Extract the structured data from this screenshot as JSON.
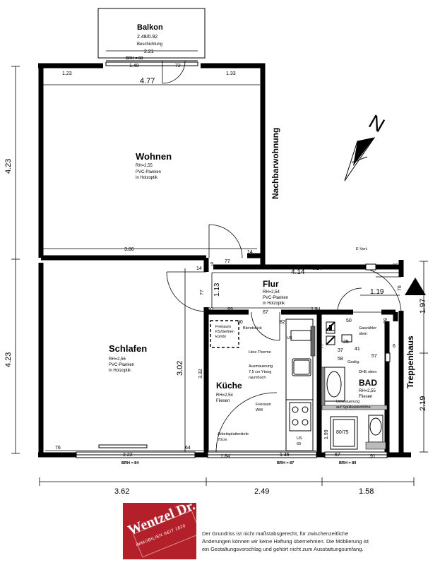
{
  "rooms": {
    "balkon": {
      "name": "Balkon",
      "size": "2.48/0.92",
      "note": "Beschichtung"
    },
    "wohnen": {
      "name": "Wohnen",
      "rh": "RH=2,55",
      "floor1": "PVC-Planken",
      "floor2": "in Holzoptik"
    },
    "schlafen": {
      "name": "Schlafen",
      "rh": "RH=2,56",
      "floor1": "PVC-Planken",
      "floor2": "in Holzoptik"
    },
    "flur": {
      "name": "Flur",
      "rh": "RH=2,54",
      "floor1": "PVC-Planken",
      "floor2": "in Holzoptik"
    },
    "kueche": {
      "name": "Küche",
      "rh": "RH=2,54",
      "floor1": "Fliesen"
    },
    "bad": {
      "name": "BAD",
      "rh": "RH=2,55",
      "floor1": "Fliesen"
    },
    "nachbar": {
      "name": "Nachbarwohnung"
    },
    "treppe": {
      "name": "Treppenhaus"
    }
  },
  "notes": {
    "freiraum_kg": [
      "Freiraum",
      "KS/Gefrier-",
      "kombi"
    ],
    "blendstueck": "Blendstück",
    "heiz_therme": "Heiz-Therme",
    "us": "US",
    "ausmauerung": [
      "Ausmauerung",
      "7,5 cm Ytong",
      "raumhoch"
    ],
    "freiraum_wm": [
      "Freiraum",
      "WM"
    ],
    "arbeitsplatte": [
      "Arbeitsplattentiefe",
      "70cm"
    ],
    "us_60": [
      "US",
      "60"
    ],
    "gasz": [
      "Gaszähler",
      "oben"
    ],
    "dhe": "DHE oben",
    "gasltg": "Gasltg.",
    "ummauerung": [
      "Ummauerung",
      "auf Spülkastenhöhe"
    ],
    "e_vert": "E-Vert."
  },
  "dims": {
    "d_2_21": "2.21",
    "brh_83": "BRH = 83",
    "d_1_49": "1.49",
    "d_72": "72",
    "d_1_23": "1.23",
    "d_4_77": "4.77",
    "d_1_33": "1.33",
    "d_4_23_top": "4.23",
    "d_4_23_bot": "4.23",
    "d_3_86": "3.86",
    "d_14a": "14",
    "d_77a": "77",
    "d_9": "9",
    "d_14b": "14",
    "d_4_14": "4.14",
    "d_3_24": "3.24",
    "d_15": "15",
    "d_77b": "77",
    "d_1_13": "1.13",
    "d_1_19": "1.19",
    "d_76a": "76",
    "d_20": "20",
    "d_89": "89",
    "d_67a": "67",
    "d_1_84": "1.84",
    "d_90": "90",
    "d_82": "82",
    "d_77c": "77",
    "d_50": "50",
    "d_99": "99",
    "d_25": "25",
    "d_41": "41",
    "d_37": "37",
    "d_58": "58",
    "d_57": "57",
    "d_6": "6",
    "d_3_02": "3.02",
    "d_3_32": "3.32",
    "d_1_99": "1.99",
    "d_80_75": "80/75",
    "d_76b": "76",
    "d_2_22": "2.22",
    "d_64": "64",
    "d_1_84b": "1.84",
    "d_1_45": "1.45",
    "d_67b": "67",
    "d_91": "91",
    "brh_84": "BRH = 84",
    "brh_87": "BRH = 87",
    "brh_89": "BRH = 89",
    "d_1_97": "1.97",
    "d_2_19": "2.19",
    "d_3_62": "3.62",
    "d_2_49": "2.49",
    "d_1_58": "1.58"
  },
  "north_label": "N",
  "logo": {
    "name": "Wentzel Dr.",
    "tagline": "IMMOBILIEN SEIT 1820",
    "color": "#b3202a"
  },
  "disclaimer": [
    "Der Grundriss ist nicht maßstabsgerecht, für zwischenzeitliche",
    "Änderungen können wir keine Haftung übernehmen. Die Möblierung ist",
    "ein Gestaltungsvorschlag und gehört nicht zum Ausstattungsumfang."
  ]
}
